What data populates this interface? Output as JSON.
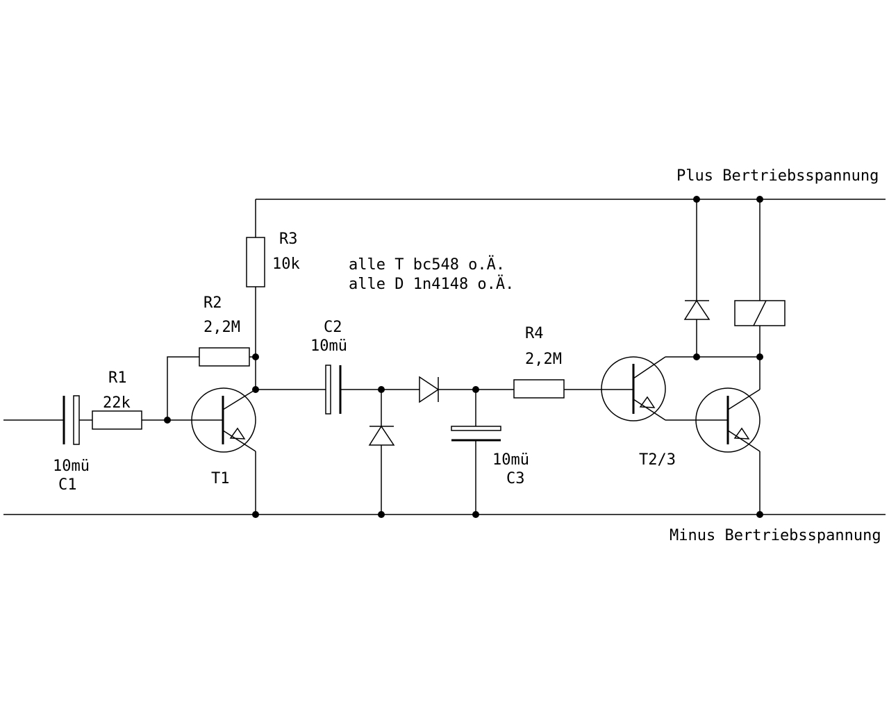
{
  "rails": {
    "plus": "Plus Bertriebsspannung",
    "minus": "Minus Bertriebsspannung"
  },
  "notes": {
    "transistors": "alle T bc548 o.Ä.",
    "diodes": "alle D 1n4148 o.Ä."
  },
  "components": {
    "c1": {
      "name": "C1",
      "value": "10mü"
    },
    "r1": {
      "name": "R1",
      "value": "22k"
    },
    "r2": {
      "name": "R2",
      "value": "2,2M"
    },
    "r3": {
      "name": "R3",
      "value": "10k"
    },
    "c2": {
      "name": "C2",
      "value": "10mü"
    },
    "c3": {
      "name": "C3",
      "value": "10mü"
    },
    "r4": {
      "name": "R4",
      "value": "2,2M"
    },
    "t1": {
      "name": "T1"
    },
    "t23": {
      "name": "T2/3"
    }
  }
}
